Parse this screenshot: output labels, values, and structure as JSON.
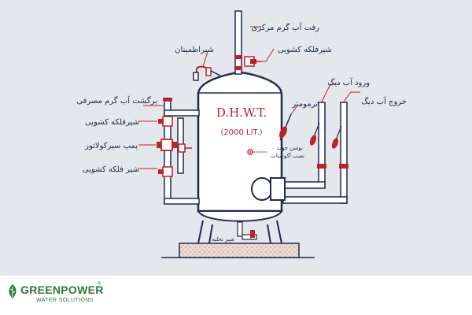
{
  "tank": {
    "title": "D.H.W.T.",
    "capacity": "(2000 LIT.)",
    "aquastat_note_line1": "بوشن جهت",
    "aquastat_note_line2": "نصب آکوستات"
  },
  "labels": {
    "central_hot_water_supply": "رفت آب گرم مرکزی",
    "gate_valve_top": "شیرفلکه کشویی",
    "safety_valve": "شیراطمینان",
    "hot_water_return": "برگشت آب گرم مصرفی",
    "gate_valve_left_1": "شیرفلکه کشویی",
    "circulator_pump": "پمپ سیرکولاتور",
    "gate_valve_left_2": "شیر فلکه کشویی",
    "thermometer": "ترمومتر",
    "boiler_water_inlet": "ورود آب دیگ",
    "boiler_water_outlet": "خروج آب دیگ",
    "drain_valve": "شیر تخلیه"
  },
  "brand": {
    "name": "GREENPOWER",
    "registered": "®",
    "tagline": "WATER SOLUTIONS"
  },
  "colors": {
    "pipe_outline": "#1c2c4c",
    "tank_fill": "#ffffff",
    "accent_red": "#c0202a",
    "brand_green": "#2d7a3a",
    "background": "#e4e7ec"
  }
}
